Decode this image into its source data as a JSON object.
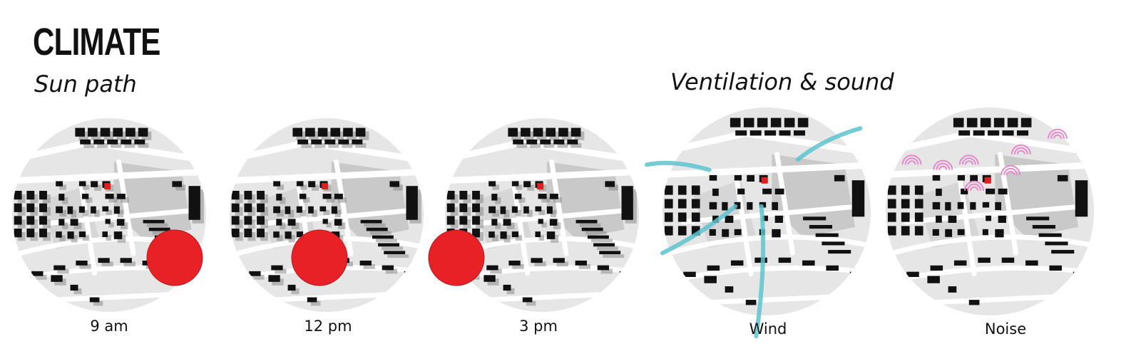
{
  "title": "CLIMATE",
  "sections": {
    "sun_path": "Sun path",
    "ventilation": "Ventilation & sound"
  },
  "panels": [
    {
      "id": "9am",
      "caption": "9 am",
      "overlay": "sun",
      "sun_position": "bottom-right"
    },
    {
      "id": "12pm",
      "caption": "12 pm",
      "overlay": "sun",
      "sun_position": "bottom-center"
    },
    {
      "id": "3pm",
      "caption": "3 pm",
      "overlay": "sun",
      "sun_position": "bottom-left"
    },
    {
      "id": "wind",
      "caption": "Wind",
      "overlay": "wind"
    },
    {
      "id": "noise",
      "caption": "Noise",
      "overlay": "noise"
    }
  ],
  "colors": {
    "sun": "#e82127",
    "site": "#e02020",
    "wind": "#5bc3cf",
    "noise": "#e58acb",
    "building": "#111111",
    "street": "#ffffff",
    "block_light": "#e6e6e6",
    "block_mid": "#c9c9c9",
    "shadow": "#8a8a8a"
  }
}
